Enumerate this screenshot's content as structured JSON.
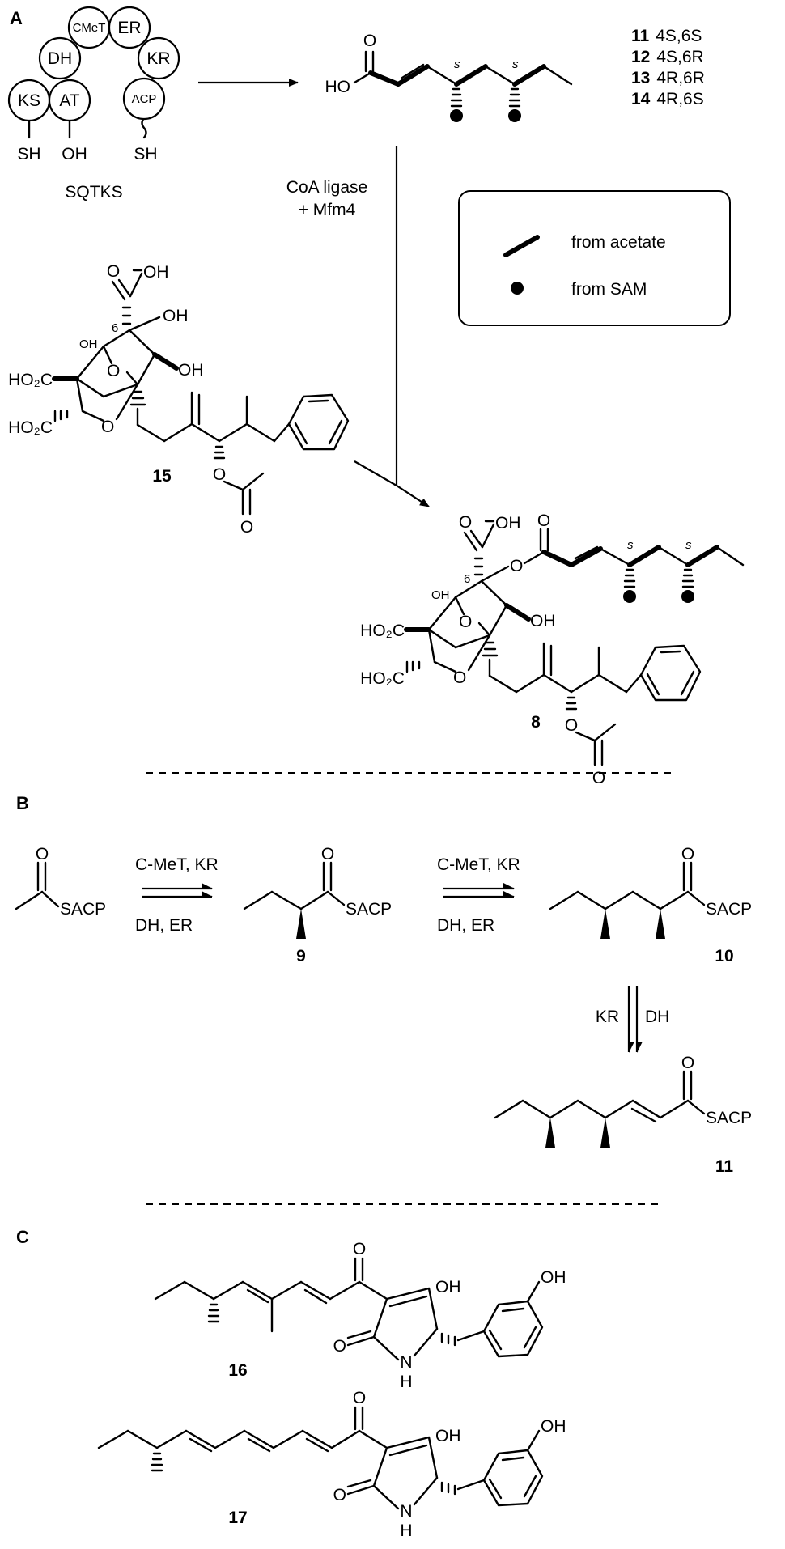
{
  "panels": {
    "a": "A",
    "b": "B",
    "c": "C"
  },
  "sqtks": {
    "name": "SQTKS",
    "domains": {
      "ks": "KS",
      "at": "AT",
      "dh": "DH",
      "cmet": "CMeT",
      "er": "ER",
      "kr": "KR",
      "acp": "ACP"
    },
    "thiol_ks": "SH",
    "hydroxyl_at": "OH",
    "thiol_acp": "SH"
  },
  "stereo_list": [
    {
      "id": "11",
      "c4": "4S,6S"
    },
    {
      "id": "12",
      "c4": "4S,6R"
    },
    {
      "id": "13",
      "c4": "4R,6R"
    },
    {
      "id": "14",
      "c4": "4R,6S"
    }
  ],
  "acid": {
    "o": "O",
    "ho": "HO",
    "s1": "s",
    "s2": "s"
  },
  "conversion_label": {
    "line1": "CoA ligase",
    "line2": "+ Mfm4"
  },
  "legend": {
    "acetate": "from acetate",
    "sam": "from SAM"
  },
  "cmpd15": {
    "label": "15",
    "oh_top": "OH",
    "o_top": "O",
    "six": "6",
    "oh_c6": "OH",
    "oh_ring": "OH",
    "oh_small": "OH",
    "ho2c1": "HO₂C",
    "ho2c2": "HO₂C",
    "o_bridge": "O",
    "o_ring": "O",
    "o_ester": "O",
    "o_carbonyl": "O"
  },
  "cmpd8": {
    "label": "8",
    "oh_top": "OH",
    "o_top": "O",
    "six": "6",
    "o_link": "O",
    "o_acyl": "O",
    "s1": "s",
    "s2": "s",
    "oh_ring": "OH",
    "oh_small": "OH",
    "ho2c1": "HO₂C",
    "ho2c2": "HO₂C",
    "o_bridge": "O",
    "o_ring": "O",
    "o_ester": "O",
    "o_carbonyl": "O"
  },
  "panel_b": {
    "start_o": "O",
    "start_s": "SACP",
    "step1_top": "C-MeT, KR",
    "step1_bot": "DH, ER",
    "c9_o": "O",
    "c9_s": "SACP",
    "c9_label": "9",
    "step2_top": "C-MeT, KR",
    "step2_bot": "DH, ER",
    "c10_o": "O",
    "c10_s": "SACP",
    "c10_label": "10",
    "step3_left": "KR",
    "step3_right": "DH",
    "c11_o": "O",
    "c11_s": "SACP",
    "c11_label": "11"
  },
  "panel_c": {
    "c16": {
      "label": "16",
      "o_top": "O",
      "oh": "OH",
      "ph_oh": "OH",
      "o_lactam": "O",
      "n": "N",
      "h": "H"
    },
    "c17": {
      "label": "17",
      "o_top": "O",
      "oh": "OH",
      "ph_oh": "OH",
      "o_lactam": "O",
      "n": "N",
      "h": "H"
    }
  }
}
